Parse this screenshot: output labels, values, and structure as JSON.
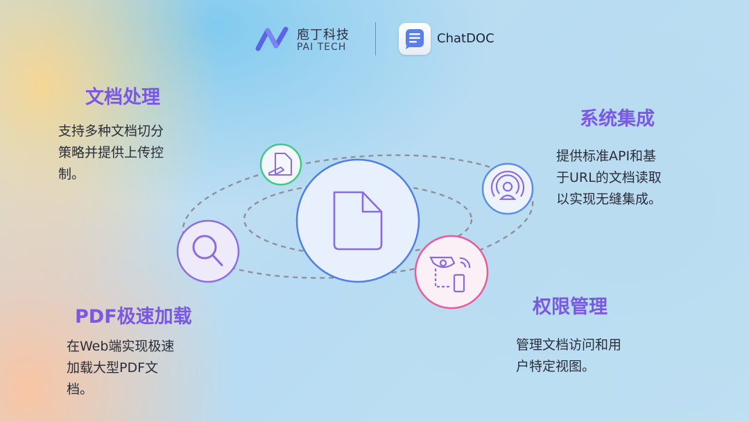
{
  "header": {
    "brand_cn": "庖丁科技",
    "brand_en": "PAI TECH",
    "product": "ChatDOC"
  },
  "features": {
    "doc_processing": {
      "title": "文档处理",
      "desc_lines": [
        "支持多种文档切分",
        "策略并提供上传控",
        "制。"
      ]
    },
    "system_integration": {
      "title": "系统集成",
      "desc_lines": [
        "提供标准API和基",
        "于URL的文档读取",
        "以实现无缝集成。"
      ]
    },
    "pdf_loading": {
      "title": "PDF极速加载",
      "desc_lines": [
        "在Web端实现极速",
        "加载大型PDF文",
        "档。"
      ]
    },
    "permission": {
      "title": "权限管理",
      "desc_lines": [
        "管理文档访问和用",
        "户特定视图。"
      ]
    }
  },
  "nodes": [
    {
      "icon": "document-edit-icon",
      "color": "#36c27a"
    },
    {
      "icon": "broadcast-person-icon",
      "color": "#5a8ee6"
    },
    {
      "icon": "search-icon",
      "color": "#8b6ee0"
    },
    {
      "icon": "camera-phone-icon",
      "color": "#ea5a9a"
    },
    {
      "icon": "document-icon",
      "color": "#4f7fe6"
    }
  ]
}
